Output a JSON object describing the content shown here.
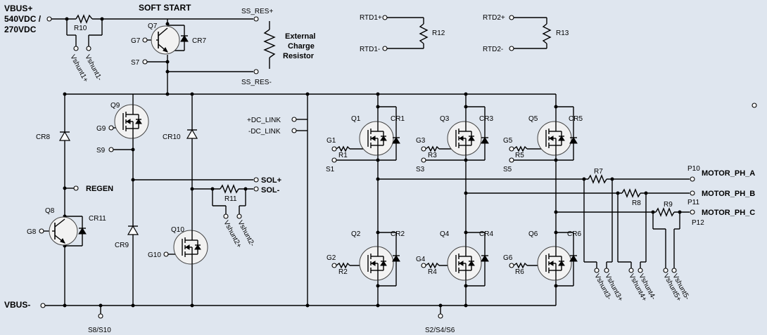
{
  "bus": {
    "vbus_plus": "VBUS+",
    "vbus_volt1": "540VDC /",
    "vbus_volt2": "270VDC",
    "vbus_minus": "VBUS-"
  },
  "soft_start": {
    "title": "SOFT START",
    "ss_res_plus": "SS_RES+",
    "ss_res_minus": "SS_RES-",
    "ext_line1": "External",
    "ext_line2": "Charge",
    "ext_line3": "Resistor"
  },
  "labels": {
    "R10": "R10",
    "vshunt1p": "Vshunt1+",
    "vshunt1m": "Vshunt1-",
    "Q7": "Q7",
    "G7": "G7",
    "S7": "S7",
    "CR7": "CR7",
    "RTD1p": "RTD1+",
    "RTD1m": "RTD1-",
    "R12": "R12",
    "RTD2p": "RTD2+",
    "RTD2m": "RTD2-",
    "R13": "R13",
    "CR8": "CR8",
    "REGEN": "REGEN",
    "Q8": "Q8",
    "G8": "G8",
    "CR11": "CR11",
    "Q9": "Q9",
    "G9": "G9",
    "S9": "S9",
    "CR9": "CR9",
    "CR10": "CR10",
    "Q10": "Q10",
    "G10": "G10",
    "SOLp": "SOL+",
    "SOLm": "SOL-",
    "R11": "R11",
    "vshunt2p": "Vshunt2+",
    "vshunt2m": "Vshunt2-",
    "dc_link_p": "+DC_LINK",
    "dc_link_m": "-DC_LINK",
    "S8S10": "S8/S10",
    "S2S4S6": "S2/S4/S6",
    "Q1": "Q1",
    "CR1": "CR1",
    "G1": "G1",
    "R1": "R1",
    "S1": "S1",
    "Q3": "Q3",
    "CR3": "CR3",
    "G3": "G3",
    "R3": "R3",
    "S3": "S3",
    "Q5": "Q5",
    "CR5": "CR5",
    "G5": "G5",
    "R5": "R5",
    "S5": "S5",
    "Q2": "Q2",
    "CR2": "CR2",
    "G2": "G2",
    "R2": "R2",
    "Q4": "Q4",
    "CR4": "CR4",
    "G4": "G4",
    "R4": "R4",
    "Q6": "Q6",
    "CR6": "CR6",
    "G6": "G6",
    "R6": "R6",
    "R7": "R7",
    "R8": "R8",
    "R9": "R9",
    "P10": "P10",
    "P11": "P11",
    "P12": "P12",
    "motor_a": "MOTOR_PH_A",
    "motor_b": "MOTOR_PH_B",
    "motor_c": "MOTOR_PH_C",
    "vshunt3m": "Vshunt3-",
    "vshunt3p": "Vshunt3+",
    "vshunt4m": "Vshunt4-",
    "vshunt4p": "Vshunt4+",
    "vshunt5m": "Vshunt5-",
    "vshunt5p": "Vshunt5+"
  },
  "colors": {
    "background": "#dfe6ef",
    "wire": "#000000",
    "device_fill": "#f2f2f2"
  }
}
